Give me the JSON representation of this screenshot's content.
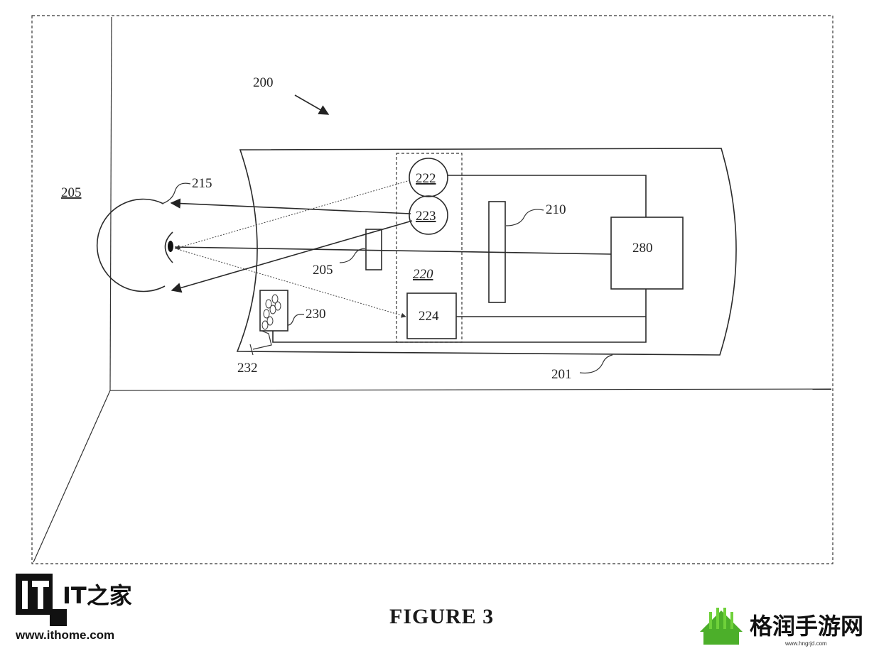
{
  "figure": {
    "caption": "FIGURE 3",
    "labels": {
      "l200": "200",
      "l205_eye": "205",
      "l215": "215",
      "l222": "222",
      "l223": "223",
      "l210": "210",
      "l280": "280",
      "l205_lens": "205",
      "l220": "220",
      "l224": "224",
      "l230": "230",
      "l232": "232",
      "l201": "201"
    }
  },
  "watermarks": {
    "left_logo": "IT之家",
    "left_url": "www.ithome.com",
    "right_name": "格润手游网",
    "right_url": "www.hngrjd.com"
  }
}
